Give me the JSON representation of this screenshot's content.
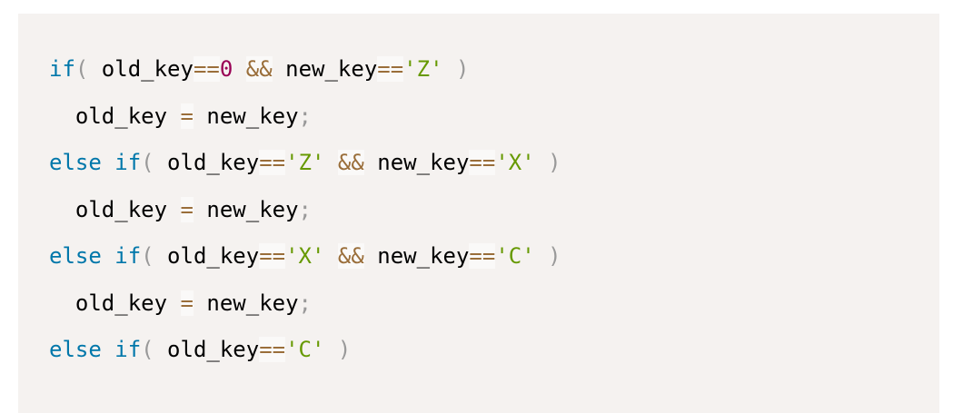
{
  "code": {
    "lines": [
      [
        [
          "keyword",
          "if"
        ],
        [
          "punctuation",
          "("
        ],
        [
          "plain",
          " old_key"
        ],
        [
          "operator",
          "=="
        ],
        [
          "number",
          "0"
        ],
        [
          "plain",
          " "
        ],
        [
          "operator",
          "&&"
        ],
        [
          "plain",
          " new_key"
        ],
        [
          "operator",
          "=="
        ],
        [
          "string",
          "'Z'"
        ],
        [
          "plain",
          " "
        ],
        [
          "punctuation",
          ")"
        ]
      ],
      [
        [
          "plain",
          "  old_key "
        ],
        [
          "operator",
          "="
        ],
        [
          "plain",
          " new_key"
        ],
        [
          "punctuation",
          ";"
        ]
      ],
      [
        [
          "keyword",
          "else"
        ],
        [
          "plain",
          " "
        ],
        [
          "keyword",
          "if"
        ],
        [
          "punctuation",
          "("
        ],
        [
          "plain",
          " old_key"
        ],
        [
          "operator",
          "=="
        ],
        [
          "string",
          "'Z'"
        ],
        [
          "plain",
          " "
        ],
        [
          "operator",
          "&&"
        ],
        [
          "plain",
          " new_key"
        ],
        [
          "operator",
          "=="
        ],
        [
          "string",
          "'X'"
        ],
        [
          "plain",
          " "
        ],
        [
          "punctuation",
          ")"
        ]
      ],
      [
        [
          "plain",
          "  old_key "
        ],
        [
          "operator",
          "="
        ],
        [
          "plain",
          " new_key"
        ],
        [
          "punctuation",
          ";"
        ]
      ],
      [
        [
          "keyword",
          "else"
        ],
        [
          "plain",
          " "
        ],
        [
          "keyword",
          "if"
        ],
        [
          "punctuation",
          "("
        ],
        [
          "plain",
          " old_key"
        ],
        [
          "operator",
          "=="
        ],
        [
          "string",
          "'X'"
        ],
        [
          "plain",
          " "
        ],
        [
          "operator",
          "&&"
        ],
        [
          "plain",
          " new_key"
        ],
        [
          "operator",
          "=="
        ],
        [
          "string",
          "'C'"
        ],
        [
          "plain",
          " "
        ],
        [
          "punctuation",
          ")"
        ]
      ],
      [
        [
          "plain",
          "  old_key "
        ],
        [
          "operator",
          "="
        ],
        [
          "plain",
          " new_key"
        ],
        [
          "punctuation",
          ";"
        ]
      ],
      [
        [
          "keyword",
          "else"
        ],
        [
          "plain",
          " "
        ],
        [
          "keyword",
          "if"
        ],
        [
          "punctuation",
          "("
        ],
        [
          "plain",
          " old_key"
        ],
        [
          "operator",
          "=="
        ],
        [
          "string",
          "'C'"
        ],
        [
          "plain",
          " "
        ],
        [
          "punctuation",
          ")"
        ]
      ]
    ]
  }
}
